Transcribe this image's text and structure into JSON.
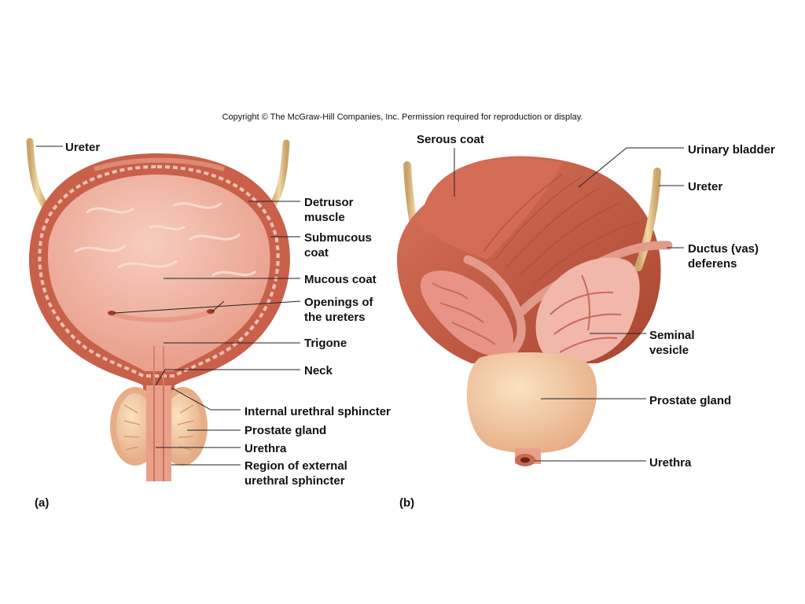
{
  "copyright": "Copyright © The McGraw-Hill Companies, Inc. Permission required for reproduction or display.",
  "panel_a": {
    "tag": "(a)",
    "labels": {
      "ureter": "Ureter",
      "detrusor_1": "Detrusor",
      "detrusor_2": "muscle",
      "submucous_1": "Submucous",
      "submucous_2": "coat",
      "mucous": "Mucous coat",
      "openings_1": "Openings of",
      "openings_2": "the ureters",
      "trigone": "Trigone",
      "neck": "Neck",
      "internal_sphincter": "Internal urethral sphincter",
      "prostate": "Prostate gland",
      "urethra": "Urethra",
      "external_1": "Region of external",
      "external_2": "urethral sphincter"
    }
  },
  "panel_b": {
    "tag": "(b)",
    "labels": {
      "serous": "Serous coat",
      "bladder": "Urinary bladder",
      "ureter": "Ureter",
      "ductus_1": "Ductus (vas)",
      "ductus_2": "deferens",
      "seminal_1": "Seminal",
      "seminal_2": "vesicle",
      "prostate": "Prostate gland",
      "urethra": "Urethra"
    }
  },
  "colors": {
    "ureter": "#e3c58c",
    "bladder_wall": "#c8604a",
    "bladder_inner": "#f0b1a2",
    "mucosa": "#f6c9bc",
    "prostate": "#f3c99a",
    "muscle_dark": "#a8432f"
  }
}
